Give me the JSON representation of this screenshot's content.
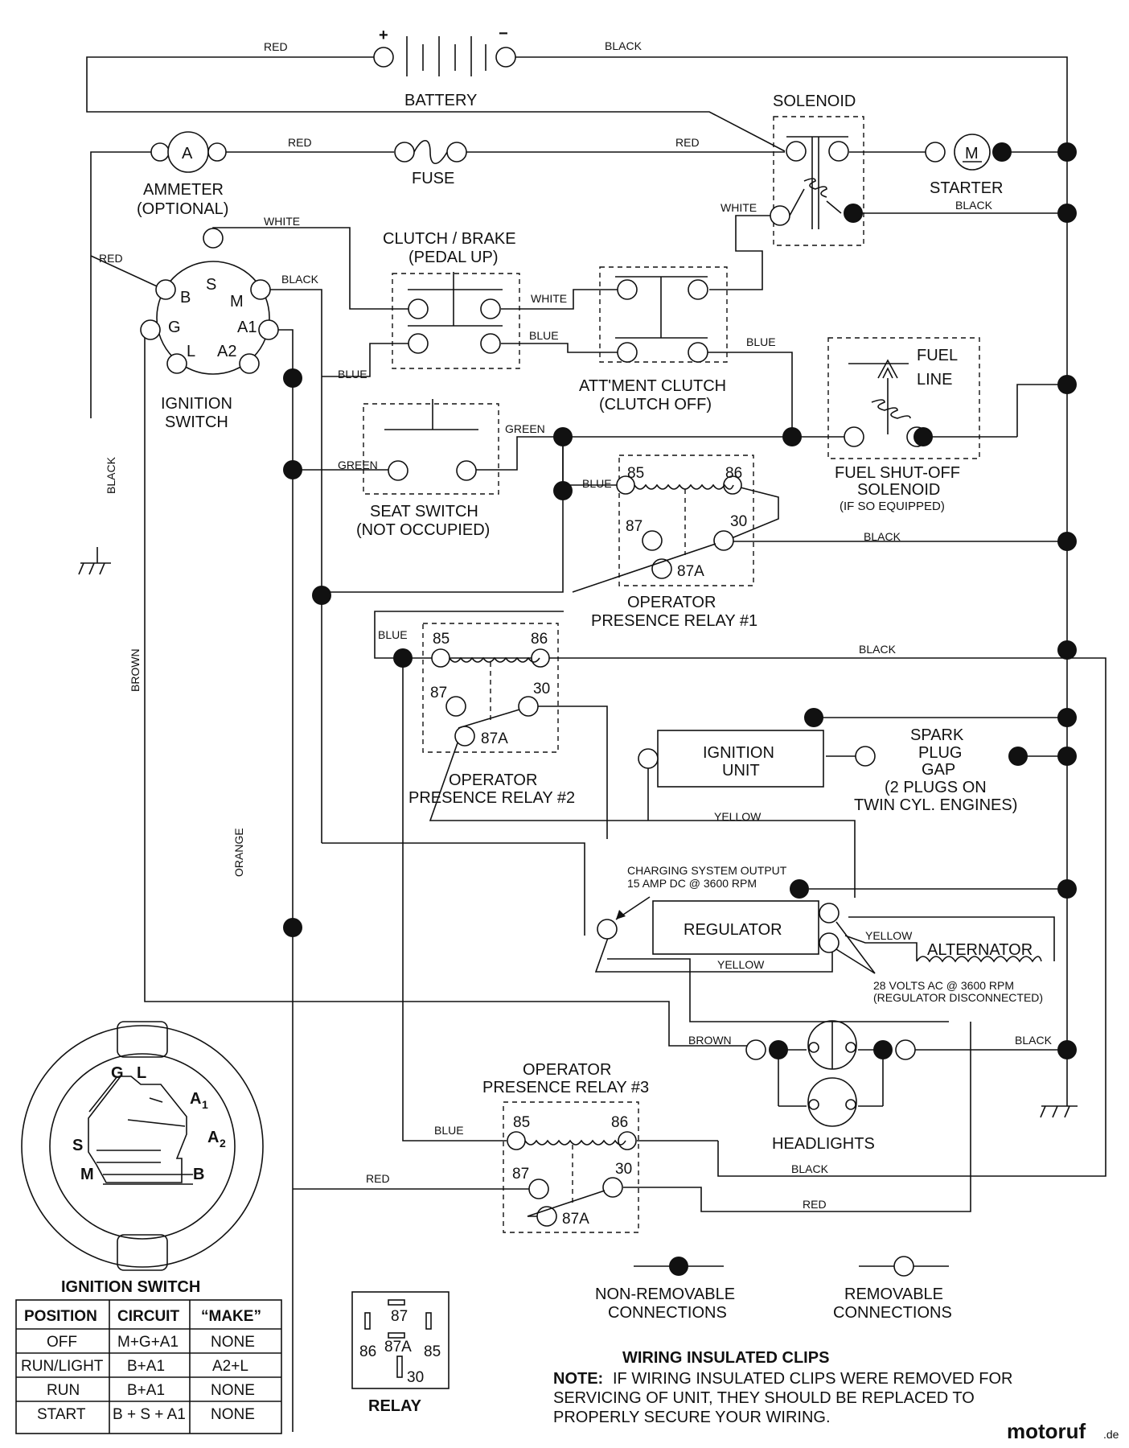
{
  "battery": {
    "plus": "+",
    "minus": "−",
    "label": "BATTERY"
  },
  "components": {
    "solenoid": "SOLENOID",
    "ammeter": {
      "line1": "AMMETER",
      "line2": "(OPTIONAL)",
      "symbol": "A"
    },
    "fuse": "FUSE",
    "starter": {
      "label": "STARTER",
      "symbol": "M"
    },
    "clutch_brake": {
      "line1": "CLUTCH / BRAKE",
      "line2": "(PEDAL UP)"
    },
    "attachment_clutch": {
      "line1": "ATT'MENT CLUTCH",
      "line2": "(CLUTCH OFF)"
    },
    "fuel_line": {
      "line1": "FUEL",
      "line2": "LINE"
    },
    "fuel_solenoid": {
      "line1": "FUEL SHUT-OFF",
      "line2": "SOLENOID",
      "line3": "(IF SO EQUIPPED)"
    },
    "ignition_switch": {
      "line1": "IGNITION",
      "line2": "SWITCH"
    },
    "seat_switch": {
      "line1": "SEAT SWITCH",
      "line2": "(NOT OCCUPIED)"
    },
    "relay1": {
      "line1": "OPERATOR",
      "line2": "PRESENCE RELAY #1"
    },
    "relay2": {
      "line1": "OPERATOR",
      "line2": "PRESENCE RELAY #2"
    },
    "relay3": {
      "line1": "OPERATOR",
      "line2": "PRESENCE RELAY #3"
    },
    "ignition_unit": {
      "line1": "IGNITION",
      "line2": "UNIT"
    },
    "spark_plug": {
      "line1": "SPARK",
      "line2": "PLUG",
      "line3": "GAP",
      "line4": "(2 PLUGS ON",
      "line5": "TWIN CYL. ENGINES)"
    },
    "regulator": "REGULATOR",
    "alternator": "ALTERNATOR",
    "charging_note": {
      "line1": "CHARGING SYSTEM OUTPUT",
      "line2": "15 AMP DC @ 3600 RPM"
    },
    "alternator_note": {
      "line1": "28 VOLTS AC @ 3600 RPM",
      "line2": "(REGULATOR DISCONNECTED)"
    },
    "headlights": "HEADLIGHTS"
  },
  "relay_pins": {
    "p85": "85",
    "p86": "86",
    "p87": "87",
    "p30": "30",
    "p87a": "87A"
  },
  "switch_terminals": {
    "B": "B",
    "S": "S",
    "M": "M",
    "G": "G",
    "L": "L",
    "A1": "A1",
    "A2": "A2",
    "A1_sub": "1",
    "A2_sub": "2",
    "A_letter": "A"
  },
  "wires": {
    "red": "RED",
    "black": "BLACK",
    "white": "WHITE",
    "blue": "BLUE",
    "green": "GREEN",
    "brown": "BROWN",
    "orange": "ORANGE",
    "yellow": "YELLOW"
  },
  "ignition_table": {
    "title": "IGNITION SWITCH",
    "headers": [
      "POSITION",
      "CIRCUIT",
      "“MAKE”"
    ],
    "rows": [
      [
        "OFF",
        "M+G+A1",
        "NONE"
      ],
      [
        "RUN/LIGHT",
        "B+A1",
        "A2+L"
      ],
      [
        "RUN",
        "B+A1",
        "NONE"
      ],
      [
        "START",
        "B + S + A1",
        "NONE"
      ]
    ]
  },
  "relay_symbol": {
    "label": "RELAY",
    "p87": "87",
    "p87a": "87A",
    "p86": "86",
    "p85": "85",
    "p30": "30"
  },
  "legend": {
    "non_removable": {
      "line1": "NON-REMOVABLE",
      "line2": "CONNECTIONS"
    },
    "removable": {
      "line1": "REMOVABLE",
      "line2": "CONNECTIONS"
    }
  },
  "note": {
    "title": "WIRING INSULATED CLIPS",
    "prefix": "NOTE:",
    "line1": "IF WIRING INSULATED CLIPS WERE REMOVED FOR",
    "line2": "SERVICING OF UNIT, THEY SHOULD BE REPLACED TO",
    "line3": "PROPERLY SECURE YOUR WIRING."
  },
  "watermark": {
    "name": "motoruf",
    "tld": ".de",
    "color": "#c0392b"
  }
}
